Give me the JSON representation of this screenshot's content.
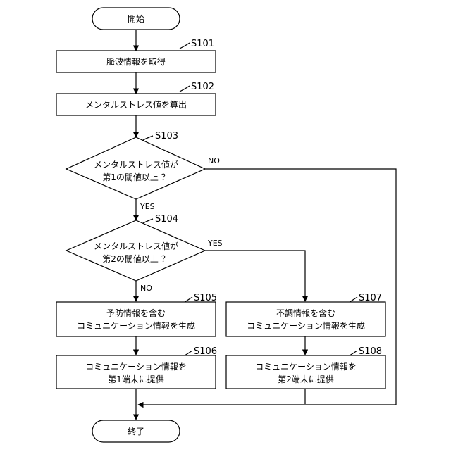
{
  "nodes": {
    "start": {
      "text": "開始"
    },
    "s101": {
      "label": "S101",
      "text": "脈波情報を取得"
    },
    "s102": {
      "label": "S102",
      "text": "メンタルストレス値を算出"
    },
    "s103": {
      "label": "S103",
      "lines": [
        "メンタルストレス値が",
        "第1の閾値以上 ？"
      ],
      "yes": "YES",
      "no": "NO"
    },
    "s104": {
      "label": "S104",
      "lines": [
        "メンタルストレス値が",
        "第2の閾値以上 ？"
      ],
      "yes": "YES",
      "no": "NO"
    },
    "s105": {
      "label": "S105",
      "lines": [
        "予防情報を含む",
        "コミュニケーション情報を生成"
      ]
    },
    "s106": {
      "label": "S106",
      "lines": [
        "コミュニケーション情報を",
        "第1端末に提供"
      ]
    },
    "s107": {
      "label": "S107",
      "lines": [
        "不調情報を含む",
        "コミュニケーション情報を生成"
      ]
    },
    "s108": {
      "label": "S108",
      "lines": [
        "コミュニケーション情報を",
        "第2端末に提供"
      ]
    },
    "end": {
      "text": "終了"
    }
  }
}
